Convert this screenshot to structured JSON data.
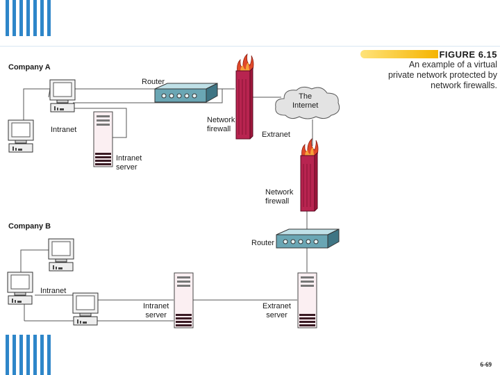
{
  "figure": {
    "title": "FIGURE 6.15",
    "caption": "An example of a virtual\nprivate network protected by\nnetwork firewalls."
  },
  "company_a": {
    "label": "Company A",
    "router_label": "Router",
    "intranet_label": "Intranet",
    "server_label": "Intranet\nserver",
    "firewall_label": "Network\nfirewall"
  },
  "internet": {
    "label": "The\nInternet"
  },
  "extranet": {
    "label": "Extranet"
  },
  "company_b": {
    "label": "Company B",
    "firewall_label": "Network\nfirewall",
    "router_label": "Router",
    "intranet_label": "Intranet",
    "intranet_server_label": "Intranet\nserver",
    "extranet_server_label": "Extranet\nserver"
  },
  "page_number": "6-69",
  "colors": {
    "accent_blue": "#2e86c9",
    "firewall": "#a0163c",
    "router": "#6aa6b4",
    "figure_bar": "#f5b400"
  }
}
